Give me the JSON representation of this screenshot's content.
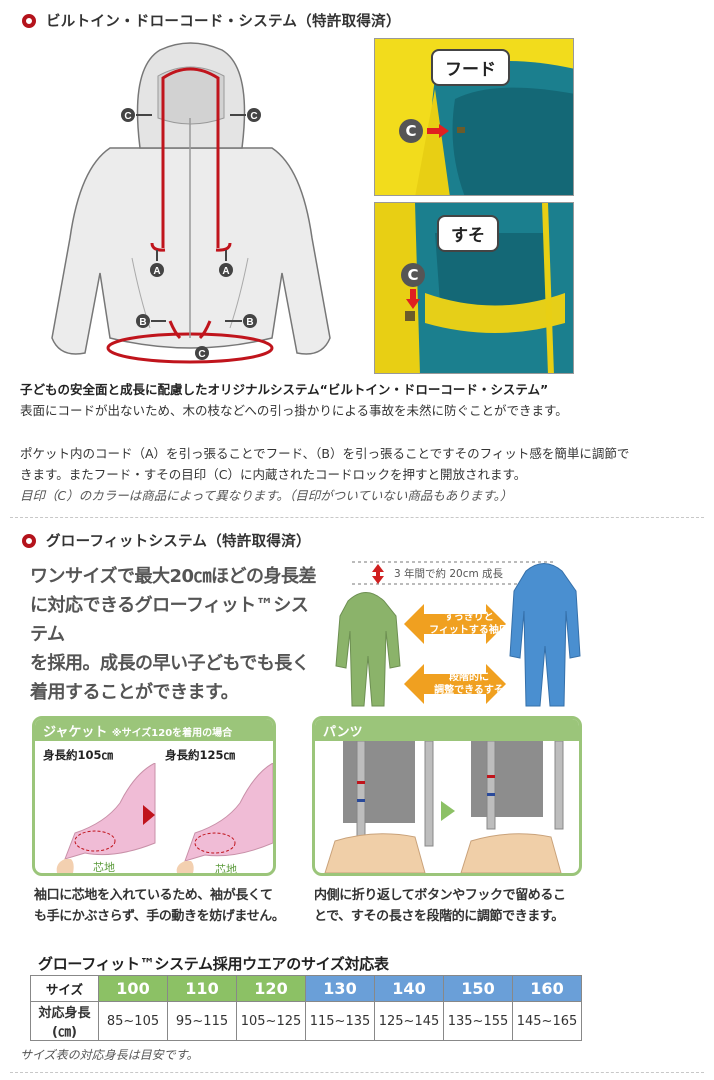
{
  "section1": {
    "title": "ビルトイン・ドローコード・システム（特許取得済）",
    "hood_label": "フード",
    "hem_label": "すそ",
    "markers": {
      "a": "A",
      "b": "B",
      "c": "C"
    },
    "para1_bold": "子どもの安全面と成長に配慮したオリジナルシステム“ビルトイン・ドローコード・システム”",
    "para1": "表面にコードが出ないため、木の枝などへの引っ掛かりによる事故を未然に防ぐことができます。",
    "para2_line1": "ポケット内のコード（A）を引っ張ることでフード、（B）を引っ張ることですそのフィット感を簡単に調節で",
    "para2_line2": "きます。またフード・すその目印（C）に内蔵されたコードロックを押すと開放されます。",
    "para2_italic": "目印（C）のカラーは商品によって異なります。（目印がついていない商品もあります。）"
  },
  "section2": {
    "title": "グローフィットシステム（特許取得済）",
    "intro_lines": [
      "ワンサイズで最大20㎝ほどの身長差",
      "に対応できるグローフィット™システム",
      "を採用。成長の早い子どもでも長く",
      "着用することができます。"
    ],
    "growth_label": "3 年間で約 20cm 成長",
    "arrow1_lines": [
      "すっきりと",
      "フィットする袖口"
    ],
    "arrow2_lines": [
      "段階的に",
      "調整できるすそ"
    ],
    "jacket_panel": {
      "title": "ジャケット",
      "note": "※サイズ120を着用の場合",
      "height1": "身長約105㎝",
      "height2": "身長約125㎝",
      "core_label": "芯地",
      "desc_line1": "袖口に芯地を入れているため、袖が長くて",
      "desc_line2": "も手にかぶさらず、手の動きを妨げません。"
    },
    "pants_panel": {
      "title": "パンツ",
      "desc_line1": "内側に折り返してボタンやフックで留めるこ",
      "desc_line2": "とで、すその長さを段階的に調節できます。"
    },
    "table_title": "グローフィット™システム採用ウエアのサイズ対応表",
    "table": {
      "size_header": "サイズ",
      "height_header": "対応身長(㎝)",
      "sizes": [
        "100",
        "110",
        "120",
        "130",
        "140",
        "150",
        "160"
      ],
      "heights": [
        "85~105",
        "95~115",
        "105~125",
        "115~135",
        "125~145",
        "135~155",
        "145~165"
      ]
    },
    "note": "サイズ表の対応身長は目安です。"
  },
  "colors": {
    "accent_red": "#b4131c",
    "green": "#8cc165",
    "blue": "#6a9fd8",
    "orange": "#f0a020",
    "yellow": "#f2dc1c"
  }
}
